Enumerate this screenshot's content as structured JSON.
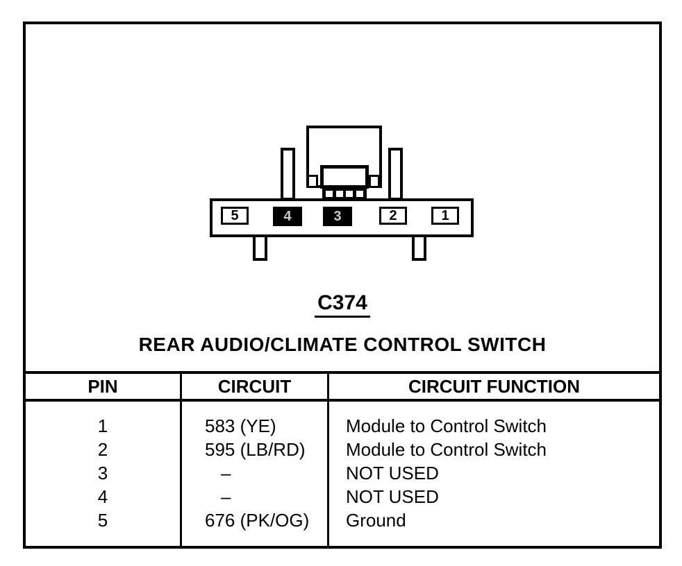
{
  "page": {
    "connector_id": "C374",
    "title": "REAR AUDIO/CLIMATE CONTROL SWITCH"
  },
  "connector": {
    "pins": [
      {
        "label": "5",
        "filled": false
      },
      {
        "label": "4",
        "filled": true
      },
      {
        "label": "3",
        "filled": true
      },
      {
        "label": "2",
        "filled": false
      },
      {
        "label": "1",
        "filled": false
      }
    ]
  },
  "table": {
    "headers": [
      "PIN",
      "CIRCUIT",
      "CIRCUIT FUNCTION"
    ],
    "rows": [
      {
        "pin": "1",
        "circuit": "583 (YE)",
        "function": "Module to Control Switch"
      },
      {
        "pin": "2",
        "circuit": "595 (LB/RD)",
        "function": "Module to Control Switch"
      },
      {
        "pin": "3",
        "circuit": "–",
        "function": "NOT USED"
      },
      {
        "pin": "4",
        "circuit": "–",
        "function": "NOT USED"
      },
      {
        "pin": "5",
        "circuit": "676 (PK/OG)",
        "function": "Ground"
      }
    ]
  }
}
